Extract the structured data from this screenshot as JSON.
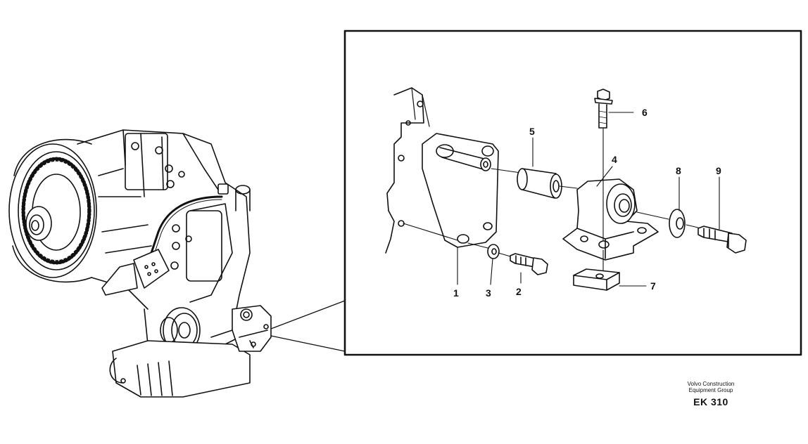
{
  "diagram": {
    "callouts": [
      {
        "id": "1",
        "label": "1"
      },
      {
        "id": "2",
        "label": "2"
      },
      {
        "id": "3",
        "label": "3"
      },
      {
        "id": "4",
        "label": "4"
      },
      {
        "id": "5",
        "label": "5"
      },
      {
        "id": "6",
        "label": "6"
      },
      {
        "id": "7",
        "label": "7"
      },
      {
        "id": "8",
        "label": "8"
      },
      {
        "id": "9",
        "label": "9"
      }
    ]
  },
  "credit": {
    "line1": "Volvo Construction",
    "line2": "Equipment Group",
    "code": "EK 310"
  },
  "colors": {
    "ink": "#111111",
    "paper": "#ffffff"
  }
}
